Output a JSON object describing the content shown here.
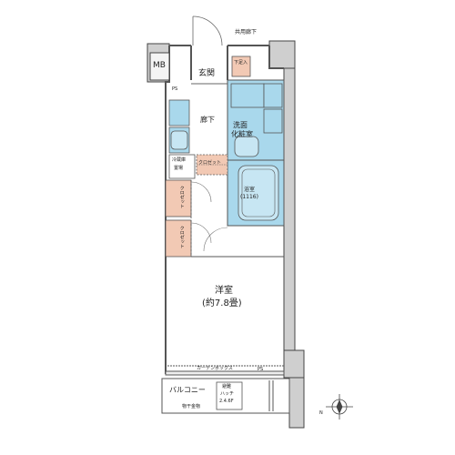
{
  "plan": {
    "common_corridor": "共用廊下",
    "mb": "MB",
    "genkan": "玄関",
    "shitabaki": "下足入",
    "ps_top": "PS",
    "rouka": "廊下",
    "sentaku_line1": "洗面",
    "sentaku_line2": "化粧室",
    "yokushitsu": "浴室",
    "yokushitsu_size": "(1116)",
    "reizoko_line1": "冷蔵庫",
    "reizoko_line2": "置場",
    "closet_upper": "クロゼット",
    "closet_lower": "クロゼット",
    "closet_hall": "クロゼット",
    "youshitsu": "洋室",
    "youshitsu_size": "(約7.8畳)",
    "curtain_box": "カーテンボックス",
    "ps_bottom": "PS",
    "balcony": "バルコニー",
    "hinan_line1": "避難",
    "hinan_line2": "ハッチ",
    "hinan_line3": "2.4.6F",
    "monohoshi": "物干金物",
    "compass_north": "N",
    "colors": {
      "wall": "#444444",
      "wall_fill": "#d8d8d8",
      "wet_area": "#a9d8ec",
      "closet": "#f2c9b4",
      "outline": "#555555"
    }
  }
}
